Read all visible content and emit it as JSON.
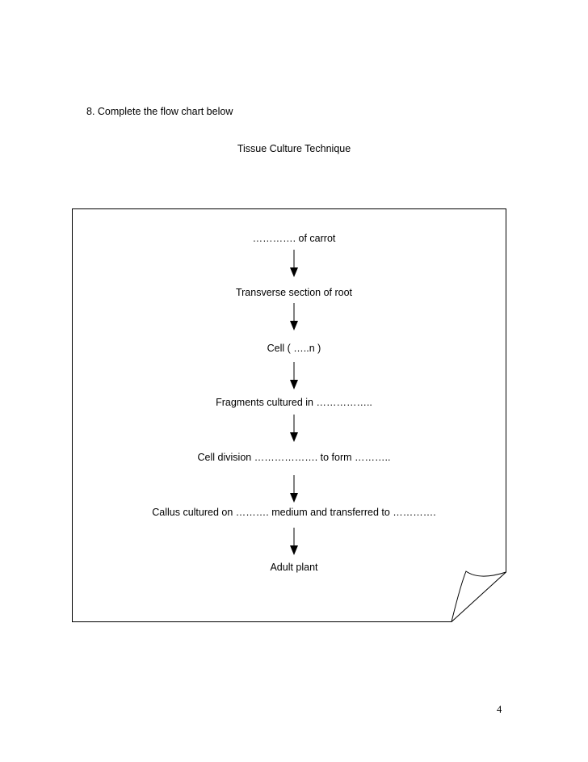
{
  "question": "8. Complete the flow chart below",
  "title": "Tissue Culture Technique",
  "flow_steps": [
    "…………. of carrot",
    "Transverse section of root",
    "Cell ( …..n )",
    "Fragments cultured in ……………..",
    "Cell division ………………. to form ………..",
    "Callus cultured on ………. medium and transferred to ………….",
    "Adult plant"
  ],
  "page_number": "4"
}
